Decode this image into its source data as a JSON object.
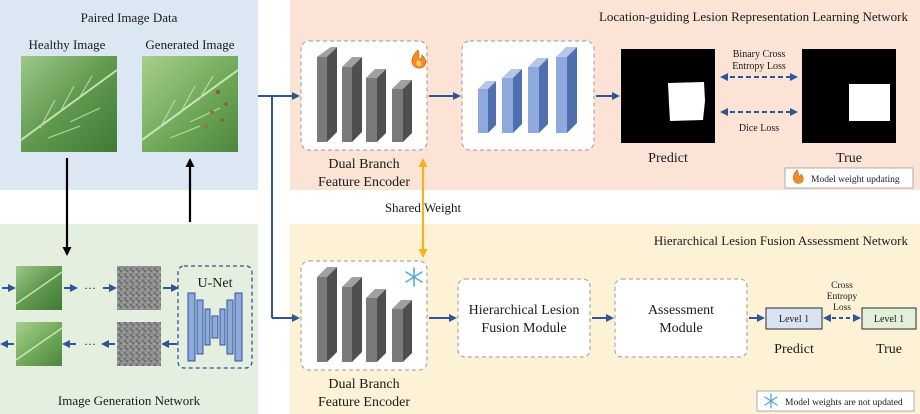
{
  "paired_panel": {
    "title": "Paired Image Data",
    "healthy_label": "Healthy Image",
    "generated_label": "Generated Image"
  },
  "generation_panel": {
    "title": "Image Generation Network",
    "unet_label": "U-Net",
    "ellipsis": "···"
  },
  "top_panel": {
    "title": "Location-guiding Lesion Representation Learning Network",
    "encoder_label_line1": "Dual Branch",
    "encoder_label_line2": "Feature Encoder",
    "bce_line1": "Binary Cross",
    "bce_line2": "Entropy Loss",
    "dice_label": "Dice Loss",
    "predict_label": "Predict",
    "true_label": "True",
    "legend_text": "Model weight updating"
  },
  "shared_weight_label": "Shared Weight",
  "bottom_panel": {
    "title": "Hierarchical Lesion Fusion Assessment Network",
    "encoder_label_line1": "Dual Branch",
    "encoder_label_line2": "Feature Encoder",
    "fusion_line1": "Hierarchical Lesion",
    "fusion_line2": "Fusion Module",
    "assessment_line1": "Assessment",
    "assessment_line2": "Module",
    "level_predict": "Level 1",
    "level_true": "Level 1",
    "ce_line1": "Cross",
    "ce_line2": "Entropy",
    "ce_line3": "Loss",
    "predict_label": "Predict",
    "true_label": "True",
    "legend_text": "Model weights are not updated"
  },
  "colors": {
    "paired_bg": "#dbe8f4",
    "generation_bg": "#e5efdf",
    "top_bg": "#fbe3d6",
    "bottom_bg": "#fdf2d6",
    "arrow_blue": "#2f5597",
    "shared_arrow": "#f5b21b",
    "encoder_gray": "#7a7a7a",
    "decoder_blue": "#8ea9db",
    "level_box": "#dae3f3",
    "level_true_box": "#e2efd9"
  }
}
